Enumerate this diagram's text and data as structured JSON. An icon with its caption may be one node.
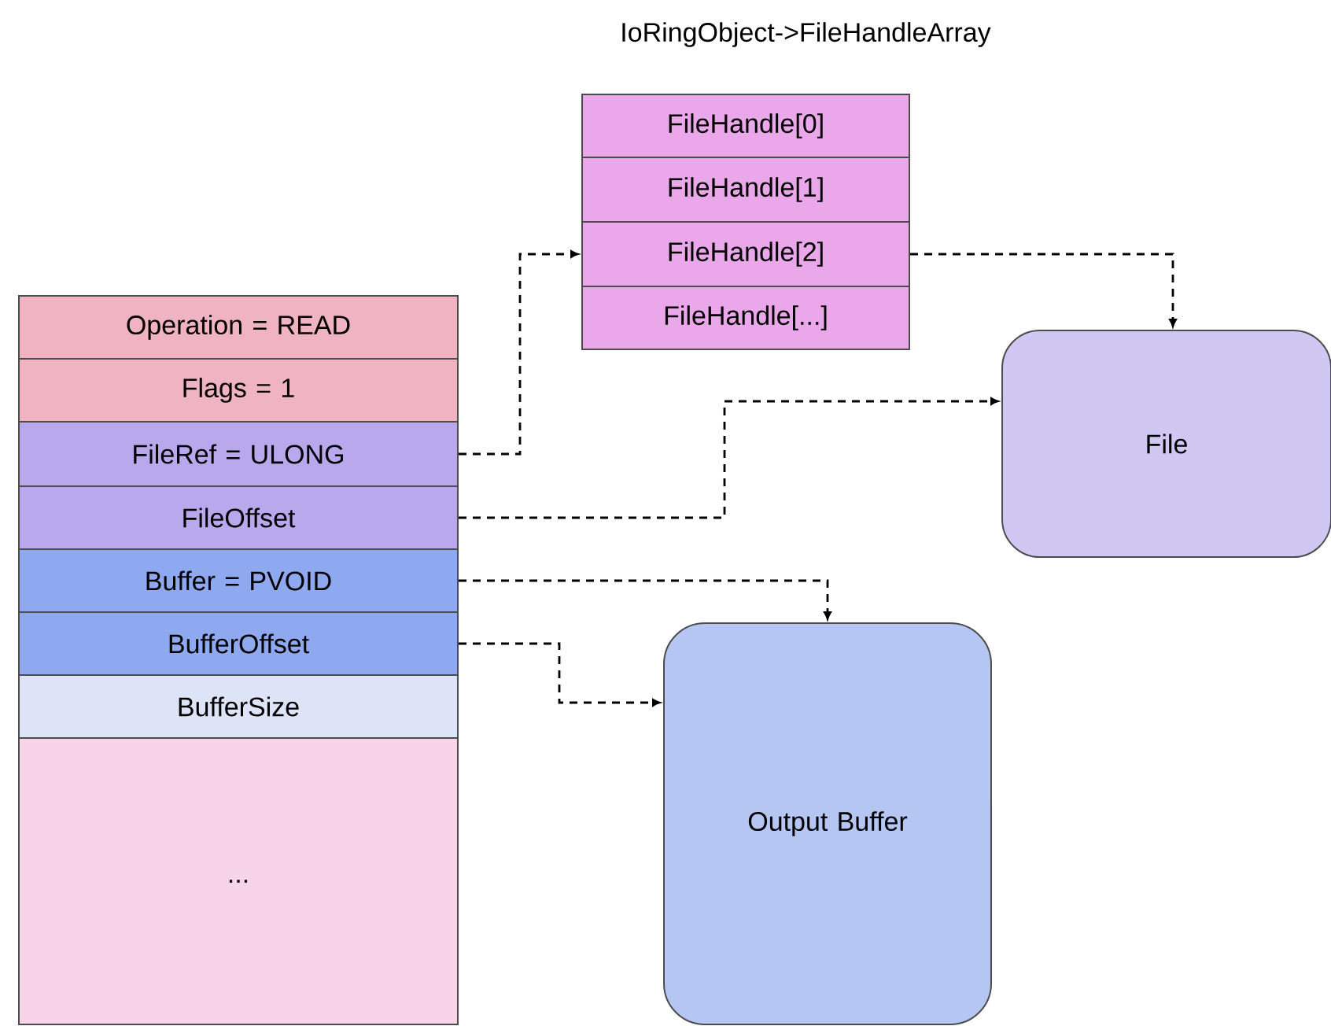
{
  "diagram": {
    "title": "IoRingObject->FileHandleArray",
    "nodes": [
      {
        "text": [
          "Operation = READ"
        ]
      },
      {
        "text": [
          "Flags = 1"
        ]
      },
      {
        "text": [
          "FileRef = ULONG"
        ]
      },
      {
        "text": [
          "FileOffset"
        ]
      },
      {
        "text": [
          "Buffer = PVOID"
        ]
      },
      {
        "text": [
          "BufferOffset"
        ]
      },
      {
        "text": [
          "BufferSize"
        ]
      },
      {
        "text": [
          "..."
        ]
      },
      {
        "text": [
          "FileHandle[0]"
        ]
      },
      {
        "text": [
          "FileHandle[1]"
        ]
      },
      {
        "text": [
          "FileHandle[2]"
        ]
      },
      {
        "text": [
          "FileHandle[...]"
        ]
      },
      {
        "text": [
          "File"
        ]
      },
      {
        "text": [
          "Output Buffer"
        ]
      }
    ],
    "edges": [
      {
        "from": 2,
        "to": 10,
        "arrow": "to",
        "style": "dashed"
      },
      {
        "from": 10,
        "to": 12,
        "arrow": "to",
        "style": "dashed"
      },
      {
        "from": 3,
        "to": 12,
        "arrow": "to",
        "style": "dashed"
      },
      {
        "from": 4,
        "to": 13,
        "arrow": "to",
        "style": "dashed"
      },
      {
        "from": 5,
        "to": 13,
        "arrow": "to",
        "style": "dashed"
      }
    ]
  }
}
